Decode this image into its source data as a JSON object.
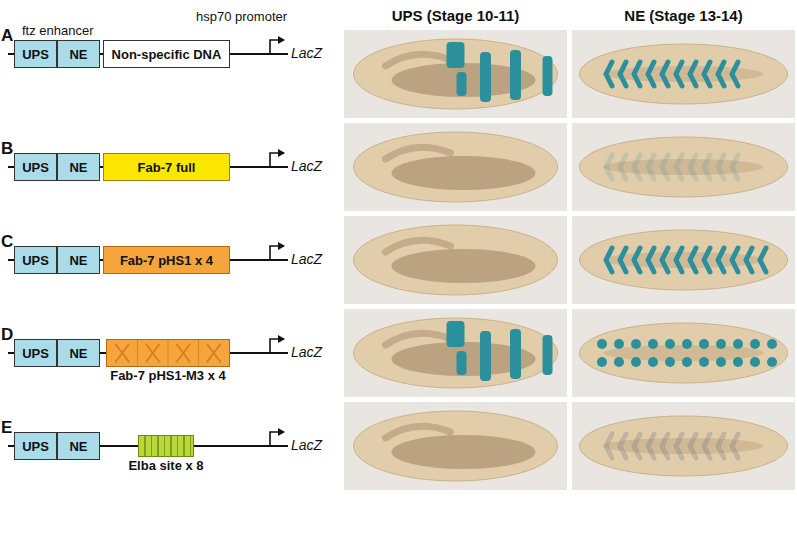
{
  "diagram": {
    "nodes": [
      {
        "text": [
          "UPS"
        ]
      },
      {
        "text": [
          "NE"
        ]
      },
      {
        "text": [
          "Non-specific DNA"
        ]
      },
      {
        "text": [
          "UPS"
        ]
      },
      {
        "text": [
          "NE"
        ]
      },
      {
        "text": [
          "Fab-7 full"
        ]
      },
      {
        "text": [
          "UPS"
        ]
      },
      {
        "text": [
          "NE"
        ]
      },
      {
        "text": [
          "Fab-7 pHS1 x 4"
        ]
      },
      {
        "text": [
          "UPS"
        ]
      },
      {
        "text": [
          "NE"
        ]
      },
      {
        "text": [
          "Fab-7 pHS1-M3 x 4"
        ]
      },
      {
        "text": [
          "UPS"
        ]
      },
      {
        "text": [
          "NE"
        ]
      },
      {
        "text": [
          "Elba site x 8"
        ]
      }
    ],
    "edges": [
      {
        "from": 13,
        "to": 14,
        "arrow": "none"
      }
    ],
    "labels": [
      "A",
      "ftz enhancer",
      "hsp70 promoter",
      "LacZ",
      "B",
      "LacZ",
      "C",
      "LacZ",
      "D",
      "LacZ",
      "E",
      "LacZ",
      "UPS (Stage 10-11)",
      "NE (Stage 13-14)"
    ]
  }
}
